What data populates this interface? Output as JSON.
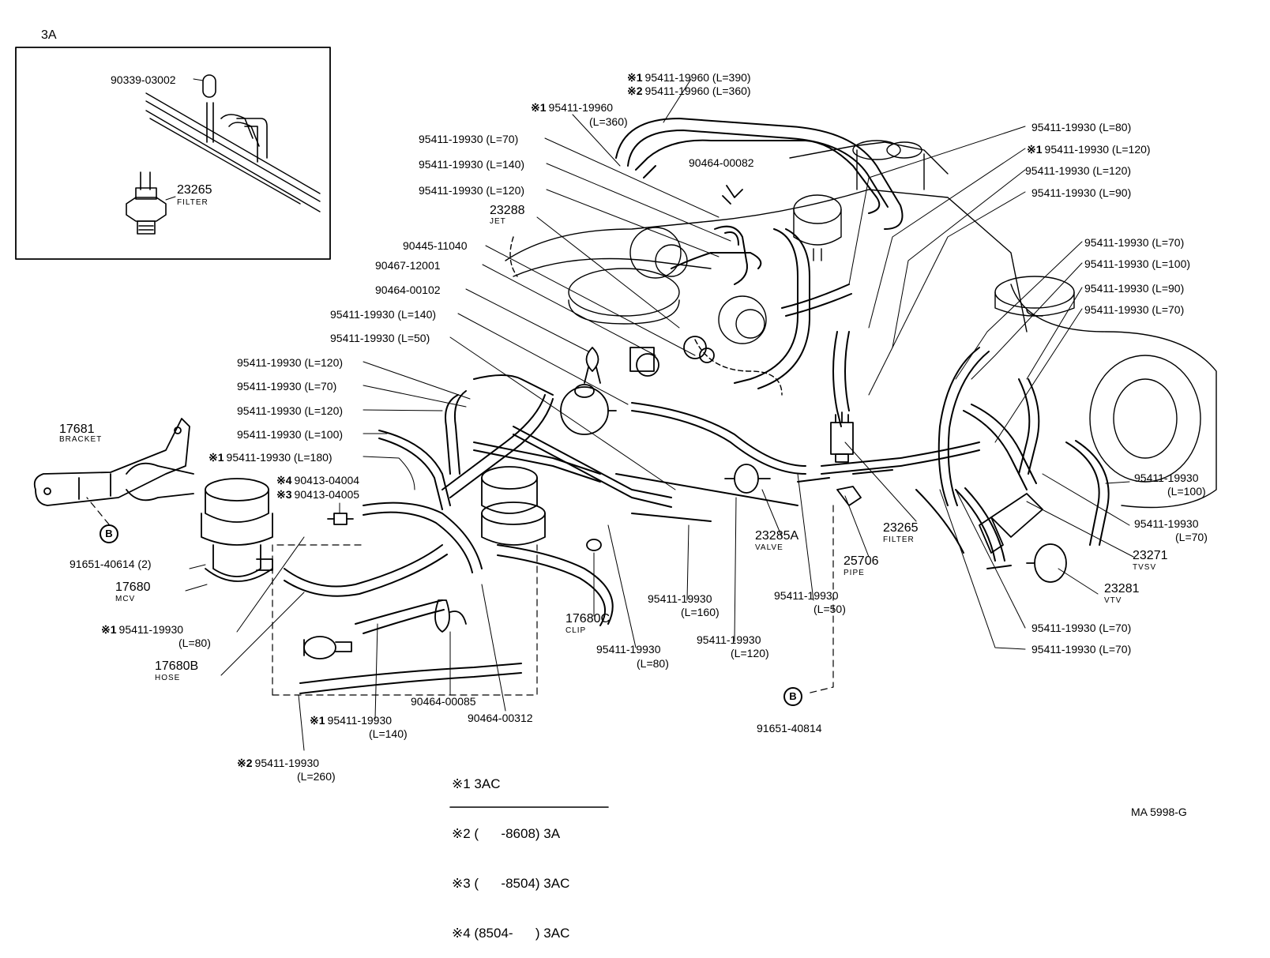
{
  "inset": {
    "title": "3A",
    "labels": [
      "90339-03002",
      "23265",
      "FILTER"
    ]
  },
  "labels": {
    "l01": "95411-19960 (L=390)",
    "l02": "95411-19960 (L=360)",
    "l03": "95411-19960",
    "l04": "(L=360)",
    "l05": "95411-19930 (L=70)",
    "l06": "95411-19930 (L=140)",
    "l07": "95411-19930 (L=120)",
    "l08": "23288",
    "l09": "JET",
    "l10": "90464-00082",
    "l11": "90445-11040",
    "l12": "90467-12001",
    "l13": "90464-00102",
    "l14": "95411-19930 (L=140)",
    "l15": "95411-19930 (L=50)",
    "l16": "95411-19930 (L=120)",
    "l17": "95411-19930 (L=70)",
    "l18": "95411-19930 (L=120)",
    "l19": "95411-19930 (L=100)",
    "l20": "95411-19930 (L=180)",
    "l21": "90413-04004",
    "l22": "90413-04005",
    "l23": "17681",
    "l24": "BRACKET",
    "l25": "91651-40614 (2)",
    "l26": "17680",
    "l27": "MCV",
    "l28": "95411-19930",
    "l29": "(L=80)",
    "l30": "17680B",
    "l31": "HOSE",
    "l32": "90464-00085",
    "l33": "90464-00312",
    "l34": "95411-19930",
    "l35": "(L=140)",
    "l36": "95411-19930",
    "l37": "(L=260)",
    "l38": "17680C",
    "l39": "CLIP",
    "l40": "95411-19930",
    "l41": "(L=80)",
    "l42": "95411-19930",
    "l43": "(L=160)",
    "l44": "95411-19930",
    "l45": "(L=120)",
    "l46": "23285A",
    "l47": "VALVE",
    "l48": "95411-19930",
    "l49": "(L=50)",
    "l50": "25706",
    "l51": "PIPE",
    "l52": "23265",
    "l53": "FILTER",
    "l54": "91651-40814",
    "l55": "95411-19930 (L=80)",
    "l56": "95411-19930 (L=120)",
    "l57": "95411-19930 (L=120)",
    "l58": "95411-19930 (L=90)",
    "l59": "95411-19930 (L=70)",
    "l60": "95411-19930 (L=100)",
    "l61": "95411-19930 (L=90)",
    "l62": "95411-19930 (L=70)",
    "l63": "95411-19930",
    "l64": "(L=100)",
    "l65": "95411-19930",
    "l66": "(L=70)",
    "l67": "23271",
    "l68": "TVSV",
    "l69": "23281",
    "l70": "VTV",
    "l71": "95411-19930 (L=70)",
    "l72": "95411-19930 (L=70)"
  },
  "marks": {
    "m1": "※1",
    "m2": "※2",
    "m3": "※3",
    "m4": "※4"
  },
  "connectors": {
    "b": "B"
  },
  "legend": [
    "※1 3AC",
    "※2 (      -8608) 3A",
    "※3 (      -8504) 3AC",
    "※4 (8504-      ) 3AC"
  ],
  "drawing_ref": "MA  5998-G"
}
